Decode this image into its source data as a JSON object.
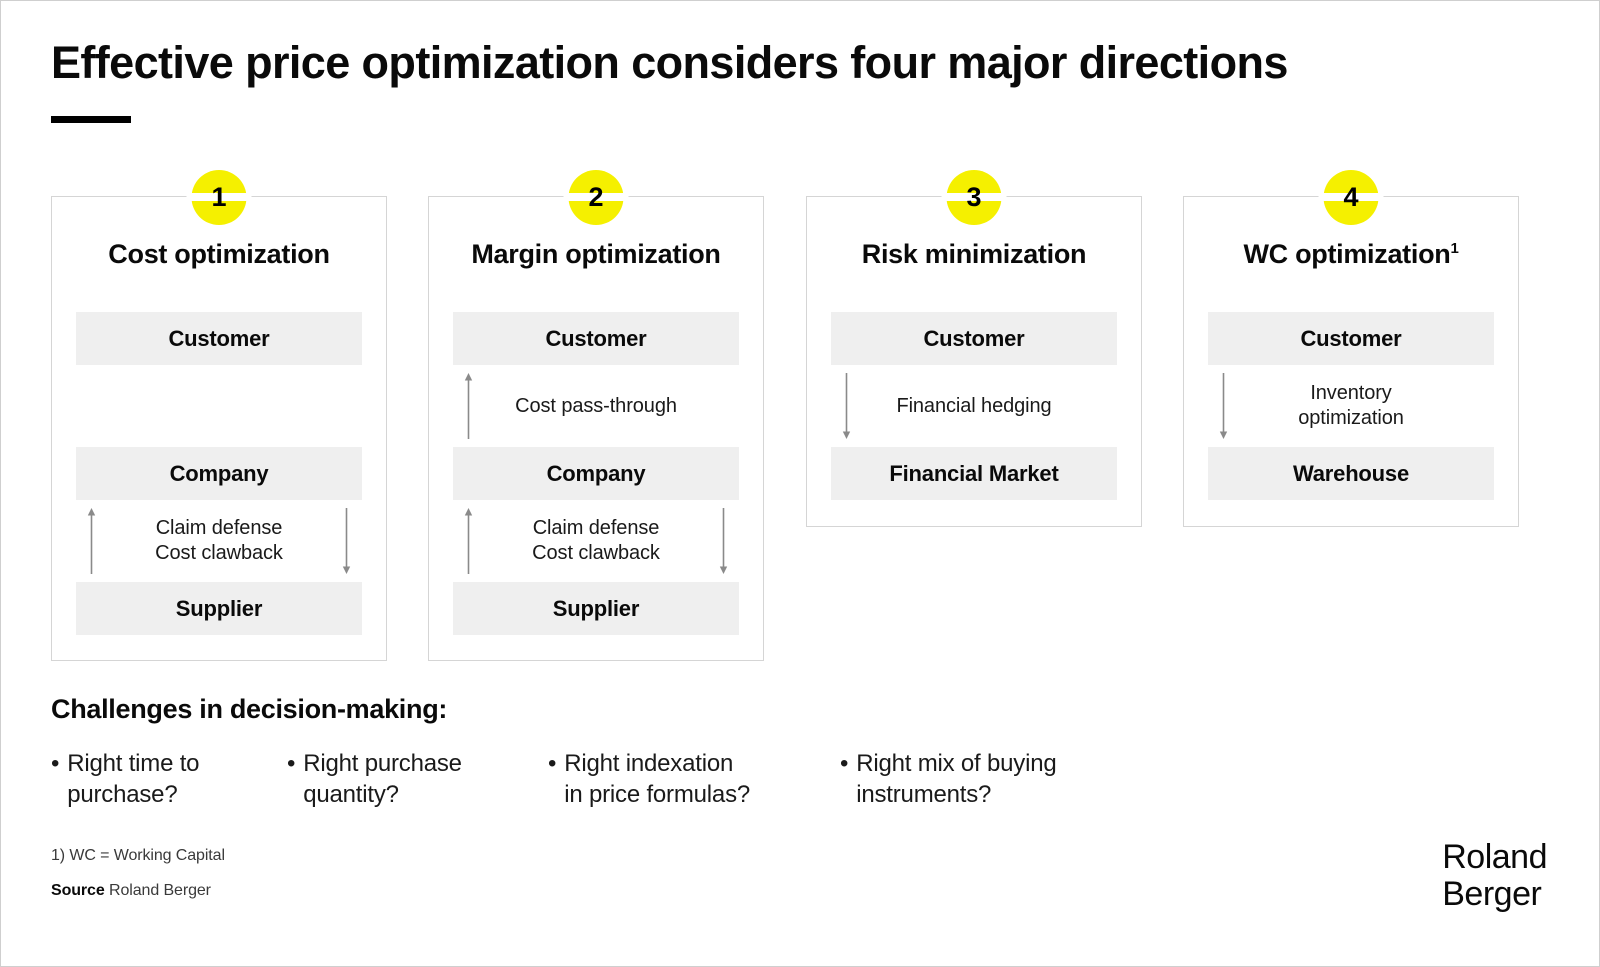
{
  "slide": {
    "title": "Effective price optimization considers four major directions",
    "accent_yellow": "#F5F000",
    "node_fill": "#EFEFEF",
    "card_border": "#D5D5D5"
  },
  "cards": [
    {
      "number": "1",
      "title": "Cost optimization",
      "title_sup": "",
      "nodes": [
        {
          "label": "Customer"
        },
        {
          "label": "Company"
        },
        {
          "label": "Supplier"
        }
      ],
      "connectors": [
        {
          "label": "",
          "arrows": "none"
        },
        {
          "label": "Claim defense\nCost clawback",
          "arrows": "both",
          "line1": "Claim defense",
          "line2": "Cost clawback"
        }
      ]
    },
    {
      "number": "2",
      "title": "Margin optimization",
      "title_sup": "",
      "nodes": [
        {
          "label": "Customer"
        },
        {
          "label": "Company"
        },
        {
          "label": "Supplier"
        }
      ],
      "connectors": [
        {
          "label": "Cost pass-through",
          "arrows": "up",
          "line1": "Cost pass-through",
          "line2": ""
        },
        {
          "label": "Claim defense\nCost clawback",
          "arrows": "both",
          "line1": "Claim defense",
          "line2": "Cost clawback"
        }
      ]
    },
    {
      "number": "3",
      "title": "Risk minimization",
      "title_sup": "",
      "nodes": [
        {
          "label": "Customer"
        },
        {
          "label": "Financial Market"
        }
      ],
      "connectors": [
        {
          "label": "Financial hedging",
          "arrows": "down",
          "line1": "Financial hedging",
          "line2": ""
        }
      ]
    },
    {
      "number": "4",
      "title": "WC optimization",
      "title_sup": "1",
      "nodes": [
        {
          "label": "Customer"
        },
        {
          "label": "Warehouse"
        }
      ],
      "connectors": [
        {
          "label": "Inventory\noptimization",
          "arrows": "down",
          "line1": "Inventory",
          "line2": "optimization"
        }
      ]
    }
  ],
  "challenges": {
    "heading": "Challenges in decision-making:",
    "bullet_glyph": "•",
    "items": [
      {
        "line1": "Right time to",
        "line2": "purchase?"
      },
      {
        "line1": "Right purchase",
        "line2": "quantity?"
      },
      {
        "line1": "Right indexation",
        "line2": "in price formulas?"
      },
      {
        "line1": "Right mix of buying",
        "line2": "instruments?"
      }
    ]
  },
  "footer": {
    "footnote": "1) WC = Working Capital",
    "source_label": "Source",
    "source_value": "Roland Berger",
    "logo_line1": "Roland",
    "logo_line2": "Berger"
  }
}
